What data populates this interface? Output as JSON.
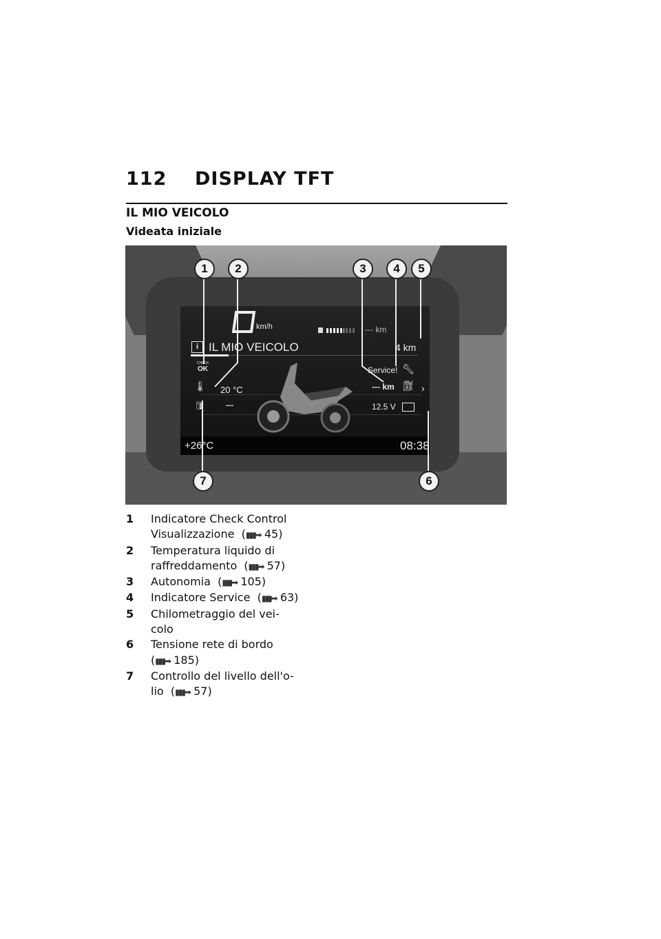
{
  "header": {
    "page_number": "112",
    "chapter_title": "DISPLAY TFT"
  },
  "section_title": "IL MIO VEICOLO",
  "subsection_title": "Videata iniziale",
  "figure": {
    "display": {
      "speed_unit": "km/h",
      "fuel_range": "--- km",
      "menu_title": "IL MIO VEICOLO",
      "odometer": "4 km",
      "check_label": "CHECK",
      "check_value": "OK",
      "coolant_temp": "20 °C",
      "service": "Service!",
      "range": "--- km",
      "oil_level": "---",
      "voltage": "12.5 V",
      "ambient_temp": "+26°C",
      "clock": "08:38"
    },
    "callouts": [
      "1",
      "2",
      "3",
      "4",
      "5",
      "6",
      "7"
    ]
  },
  "legend": [
    {
      "num": "1",
      "line1": "Indicatore Check Control",
      "line2": "Visualizzazione",
      "ref": "45"
    },
    {
      "num": "2",
      "line1": "Temperatura liquido di",
      "line2": "raffreddamento",
      "ref": "57"
    },
    {
      "num": "3",
      "line1": "Autonomia",
      "ref": "105"
    },
    {
      "num": "4",
      "line1": "Indicatore Service",
      "ref": "63"
    },
    {
      "num": "5",
      "line1": "Chilometraggio del vei-",
      "line2": "colo"
    },
    {
      "num": "6",
      "line1": "Tensione rete di bordo",
      "ref": "185"
    },
    {
      "num": "7",
      "line1": "Controllo del livello dell'o-",
      "line2": "lio",
      "ref": "57"
    }
  ]
}
